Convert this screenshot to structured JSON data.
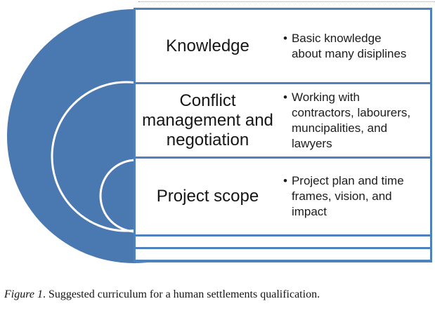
{
  "figure": {
    "type": "nested-target-list-diagram",
    "colors": {
      "circle_fill": "#4a78b0",
      "accent_border": "#4f81bd",
      "ring_stroke": "#ffffff",
      "row_background": "#ffffff",
      "text": "#1c1c1c"
    },
    "bullet_char": "•",
    "rows": [
      {
        "title": "Knowledge",
        "bullet": "Basic knowledge\nabout many disiplines"
      },
      {
        "title": "Conflict\nmanagement and\nnegotiation",
        "bullet": "Working with\ncontractors, labourers,\nmuncipalities, and\nlawyers"
      },
      {
        "title": "Project scope",
        "bullet": "Project plan and time\nframes, vision, and\nimpact"
      }
    ]
  },
  "caption": {
    "label": "Figure 1",
    "text": ". Suggested curriculum for a human settlements qualification."
  }
}
